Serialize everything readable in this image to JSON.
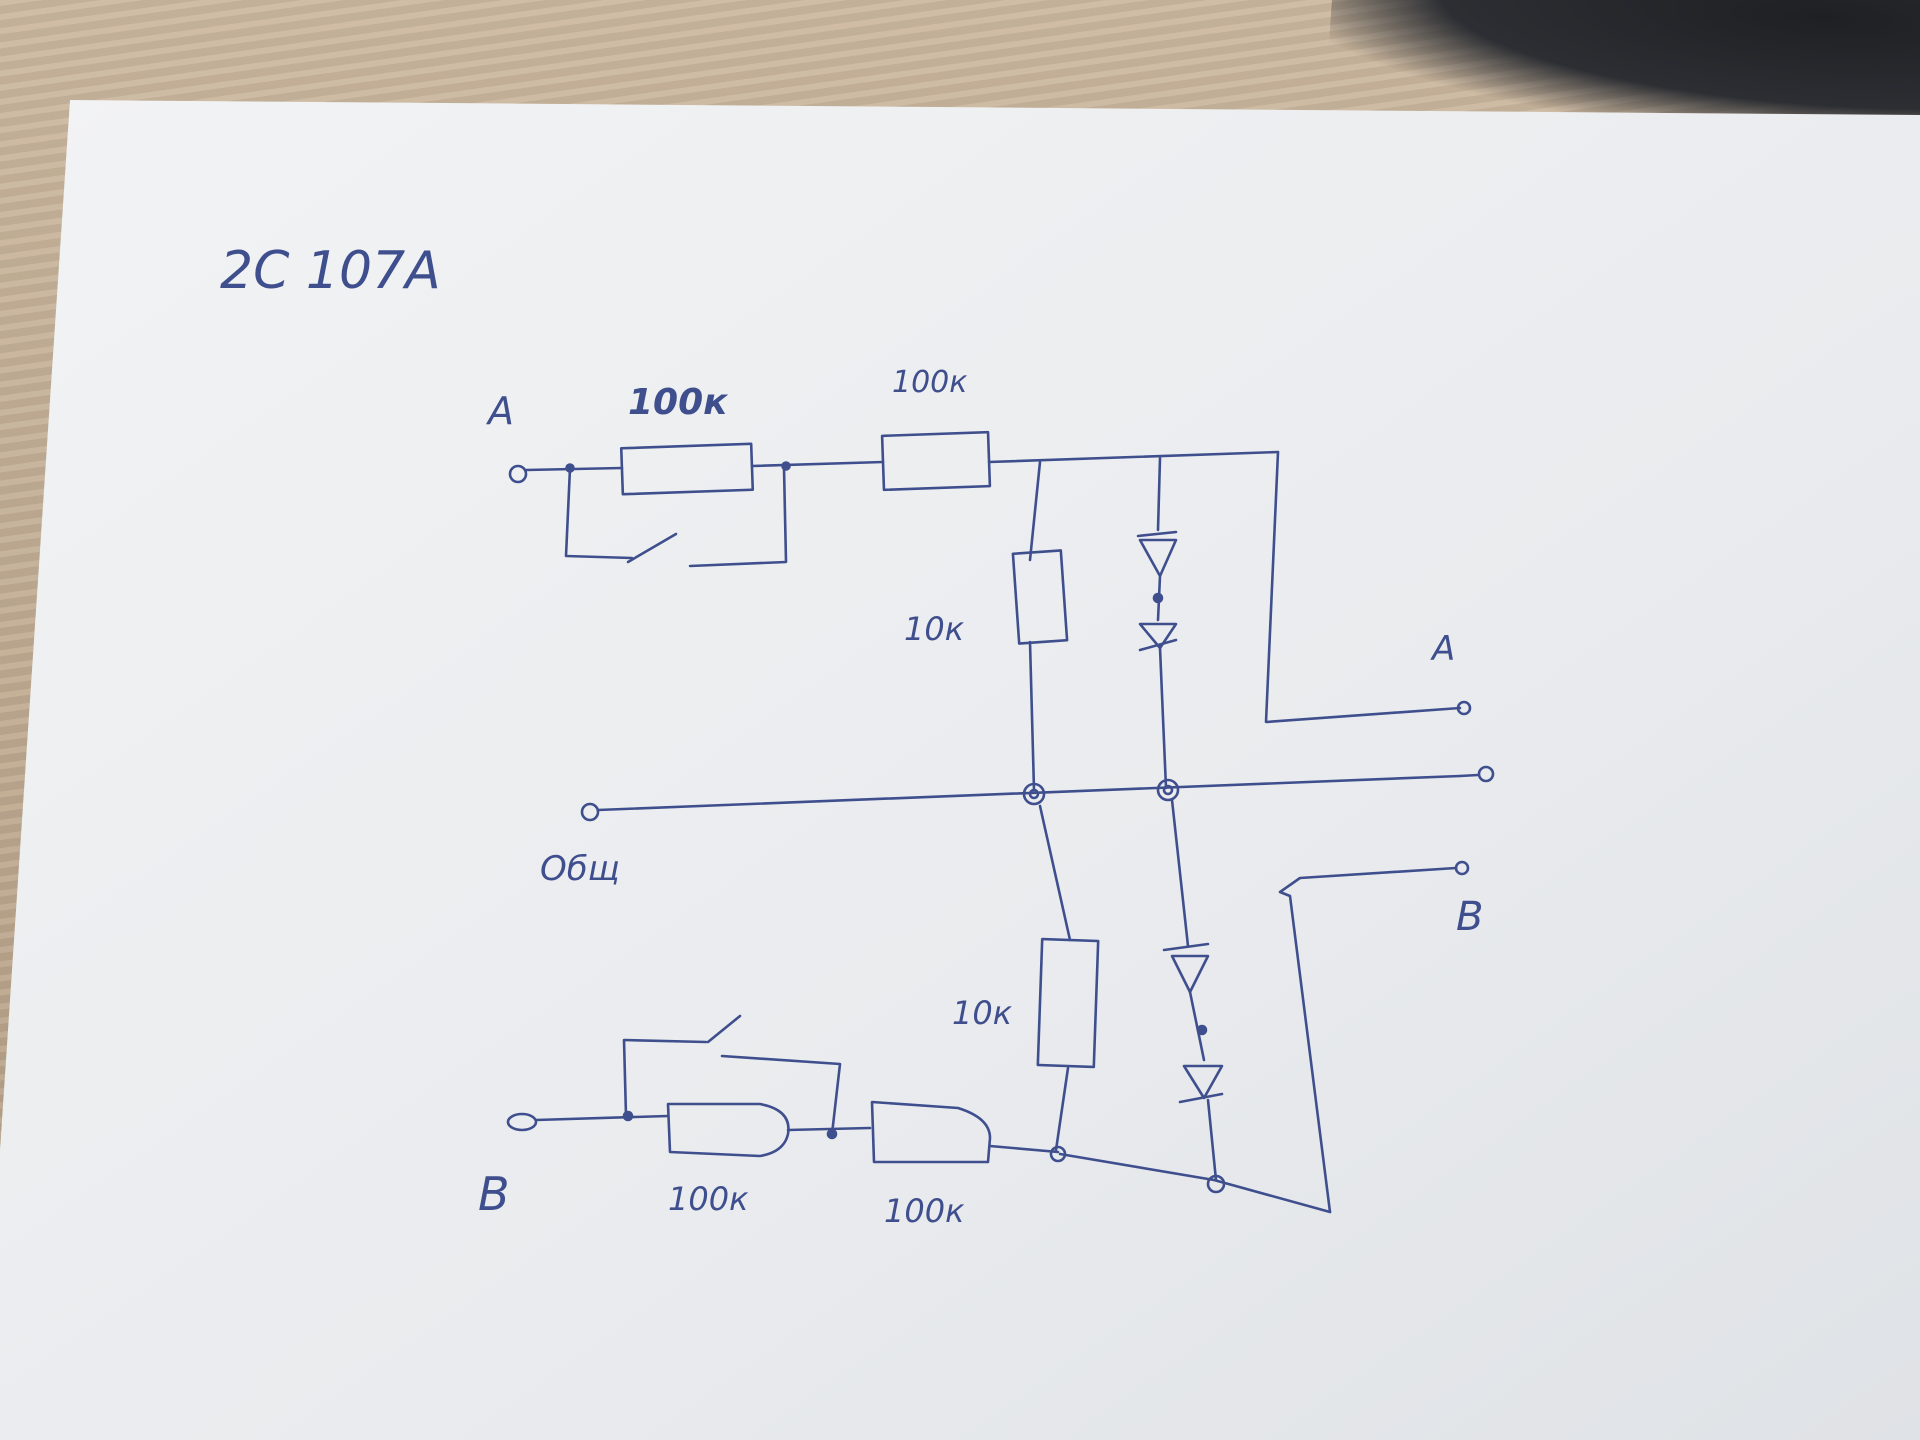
{
  "title": "2C 107A",
  "labels": {
    "a_in": "A",
    "a_out": "A",
    "b_in": "B",
    "b_out": "B",
    "common": "Общ"
  },
  "resistors": {
    "r_top_1": "100к",
    "r_top_2": "100к",
    "r_mid_upper": "10к",
    "r_mid_lower": "10к",
    "r_bot_1": "100к",
    "r_bot_2": "100к"
  },
  "colors": {
    "ink": "#3f4f8e",
    "paper": "#eef0f2",
    "table": "#c2ad93"
  }
}
